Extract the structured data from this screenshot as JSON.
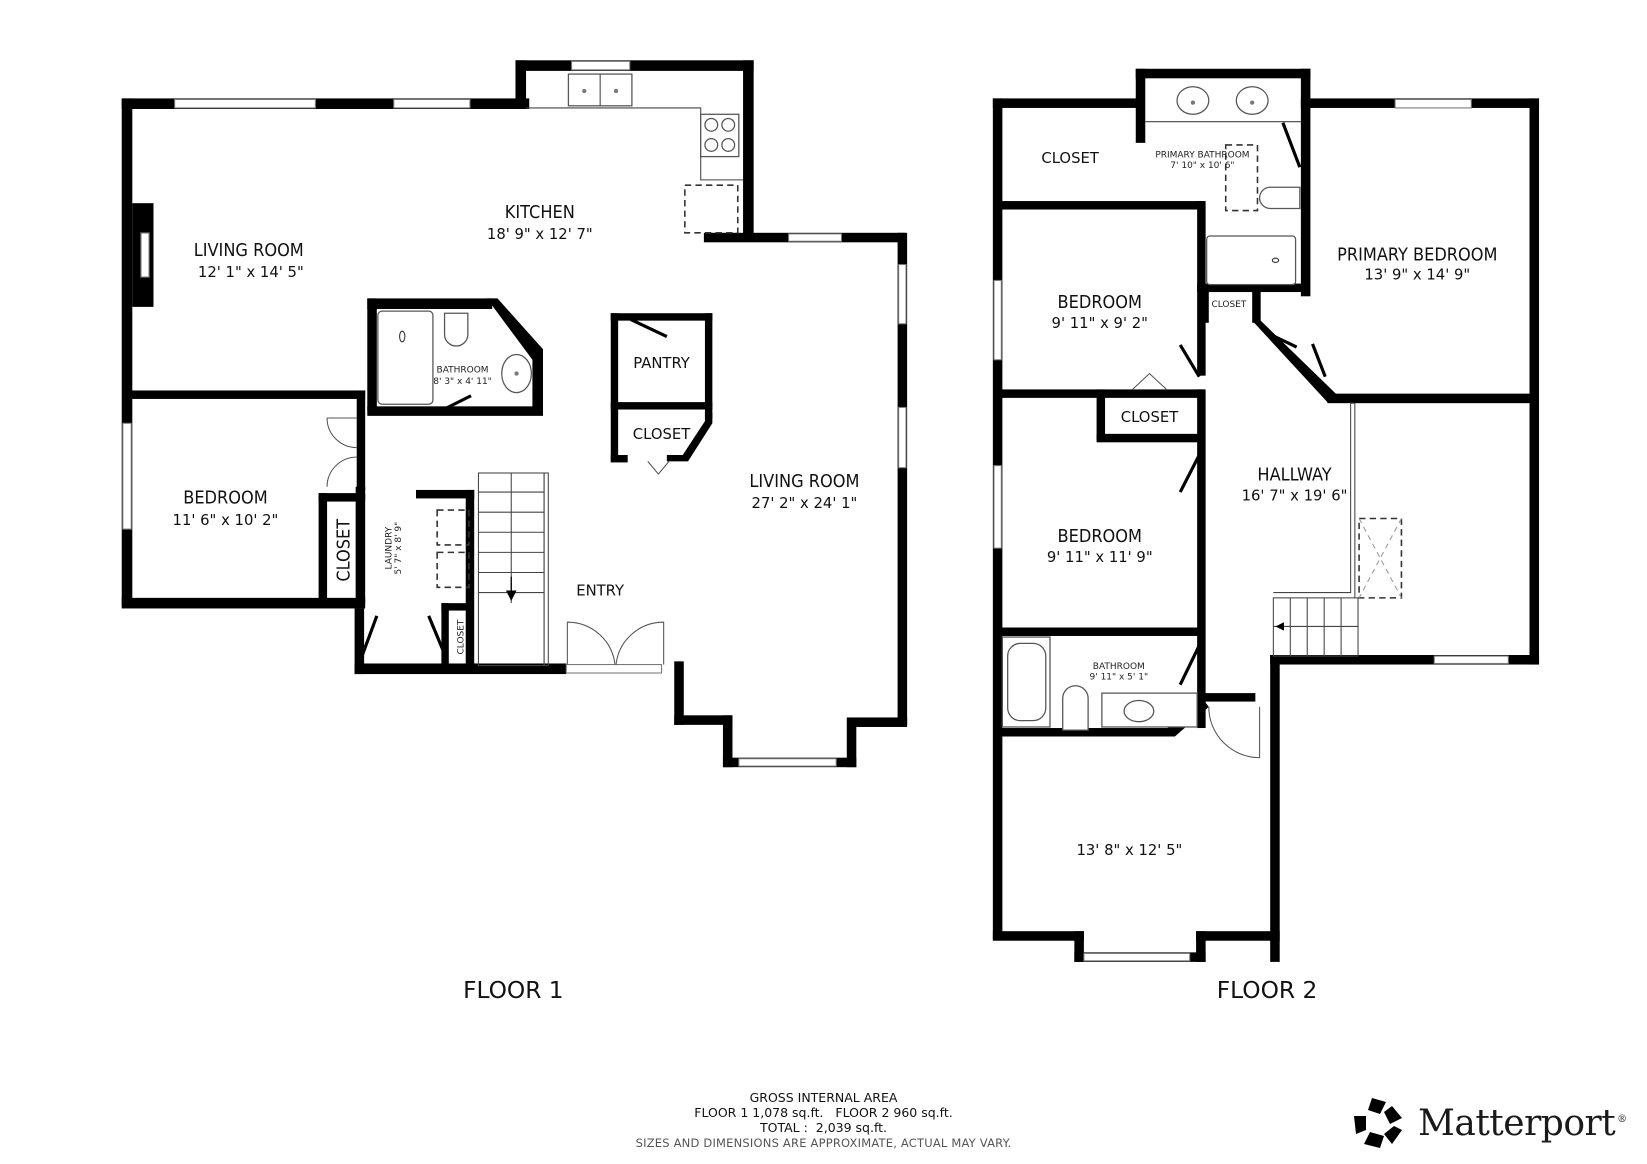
{
  "floor1": {
    "label": "FLOOR 1",
    "rooms": [
      {
        "id": "living_room_w",
        "name": "LIVING ROOM",
        "dims": "12' 1\" x 14' 5\""
      },
      {
        "id": "kitchen",
        "name": "KITCHEN",
        "dims": "18' 9\" x 12' 7\""
      },
      {
        "id": "bathroom",
        "name": "BATHROOM",
        "dims": "8' 3\" x 4' 11\""
      },
      {
        "id": "pantry",
        "name": "PANTRY",
        "dims": ""
      },
      {
        "id": "closet_pantry",
        "name": "CLOSET",
        "dims": ""
      },
      {
        "id": "bedroom",
        "name": "BEDROOM",
        "dims": "11' 6\" x 10' 2\""
      },
      {
        "id": "closet_bedroom",
        "name": "CLOSET",
        "dims": ""
      },
      {
        "id": "laundry",
        "name": "LAUNDRY",
        "dims": "5' 7\" x 8' 9\""
      },
      {
        "id": "closet_laundry",
        "name": "CLOSET",
        "dims": ""
      },
      {
        "id": "entry",
        "name": "ENTRY",
        "dims": ""
      },
      {
        "id": "living_room_e",
        "name": "LIVING ROOM",
        "dims": "27' 2\" x 24' 1\""
      }
    ]
  },
  "floor2": {
    "label": "FLOOR 2",
    "rooms": [
      {
        "id": "closet_primary",
        "name": "CLOSET",
        "dims": ""
      },
      {
        "id": "primary_bathroom",
        "name": "PRIMARY BATHROOM",
        "dims": "7' 10\" x 10' 6\""
      },
      {
        "id": "primary_bedroom",
        "name": "PRIMARY BEDROOM",
        "dims": "13' 9\" x 14' 9\""
      },
      {
        "id": "bedroom_a",
        "name": "BEDROOM",
        "dims": "9' 11\" x 9' 2\""
      },
      {
        "id": "closet_hall",
        "name": "CLOSET",
        "dims": ""
      },
      {
        "id": "closet_b",
        "name": "CLOSET",
        "dims": ""
      },
      {
        "id": "hallway",
        "name": "HALLWAY",
        "dims": "16' 7\" x 19' 6\""
      },
      {
        "id": "bedroom_b",
        "name": "BEDROOM",
        "dims": "9' 11\" x 11' 9\""
      },
      {
        "id": "bathroom",
        "name": "BATHROOM",
        "dims": "9' 11\" x 5' 1\""
      },
      {
        "id": "room_unlabeled",
        "name": "",
        "dims": "13' 8\" x 12' 5\""
      }
    ]
  },
  "summary": {
    "title": "GROSS INTERNAL AREA",
    "floors_line": "FLOOR 1 1,078 sq.ft.   FLOOR 2 960 sq.ft.",
    "total_line": "TOTAL :  2,039 sq.ft.",
    "disclaimer": "SIZES AND DIMENSIONS ARE APPROXIMATE, ACTUAL MAY VARY.",
    "floor1_area": "1,078 sq.ft.",
    "floor2_area": "960 sq.ft.",
    "total_area": "2,039 sq.ft."
  },
  "brand": {
    "name": "Matterport",
    "registered": "®",
    "logo_icon": "matterport-pinwheel-icon"
  }
}
